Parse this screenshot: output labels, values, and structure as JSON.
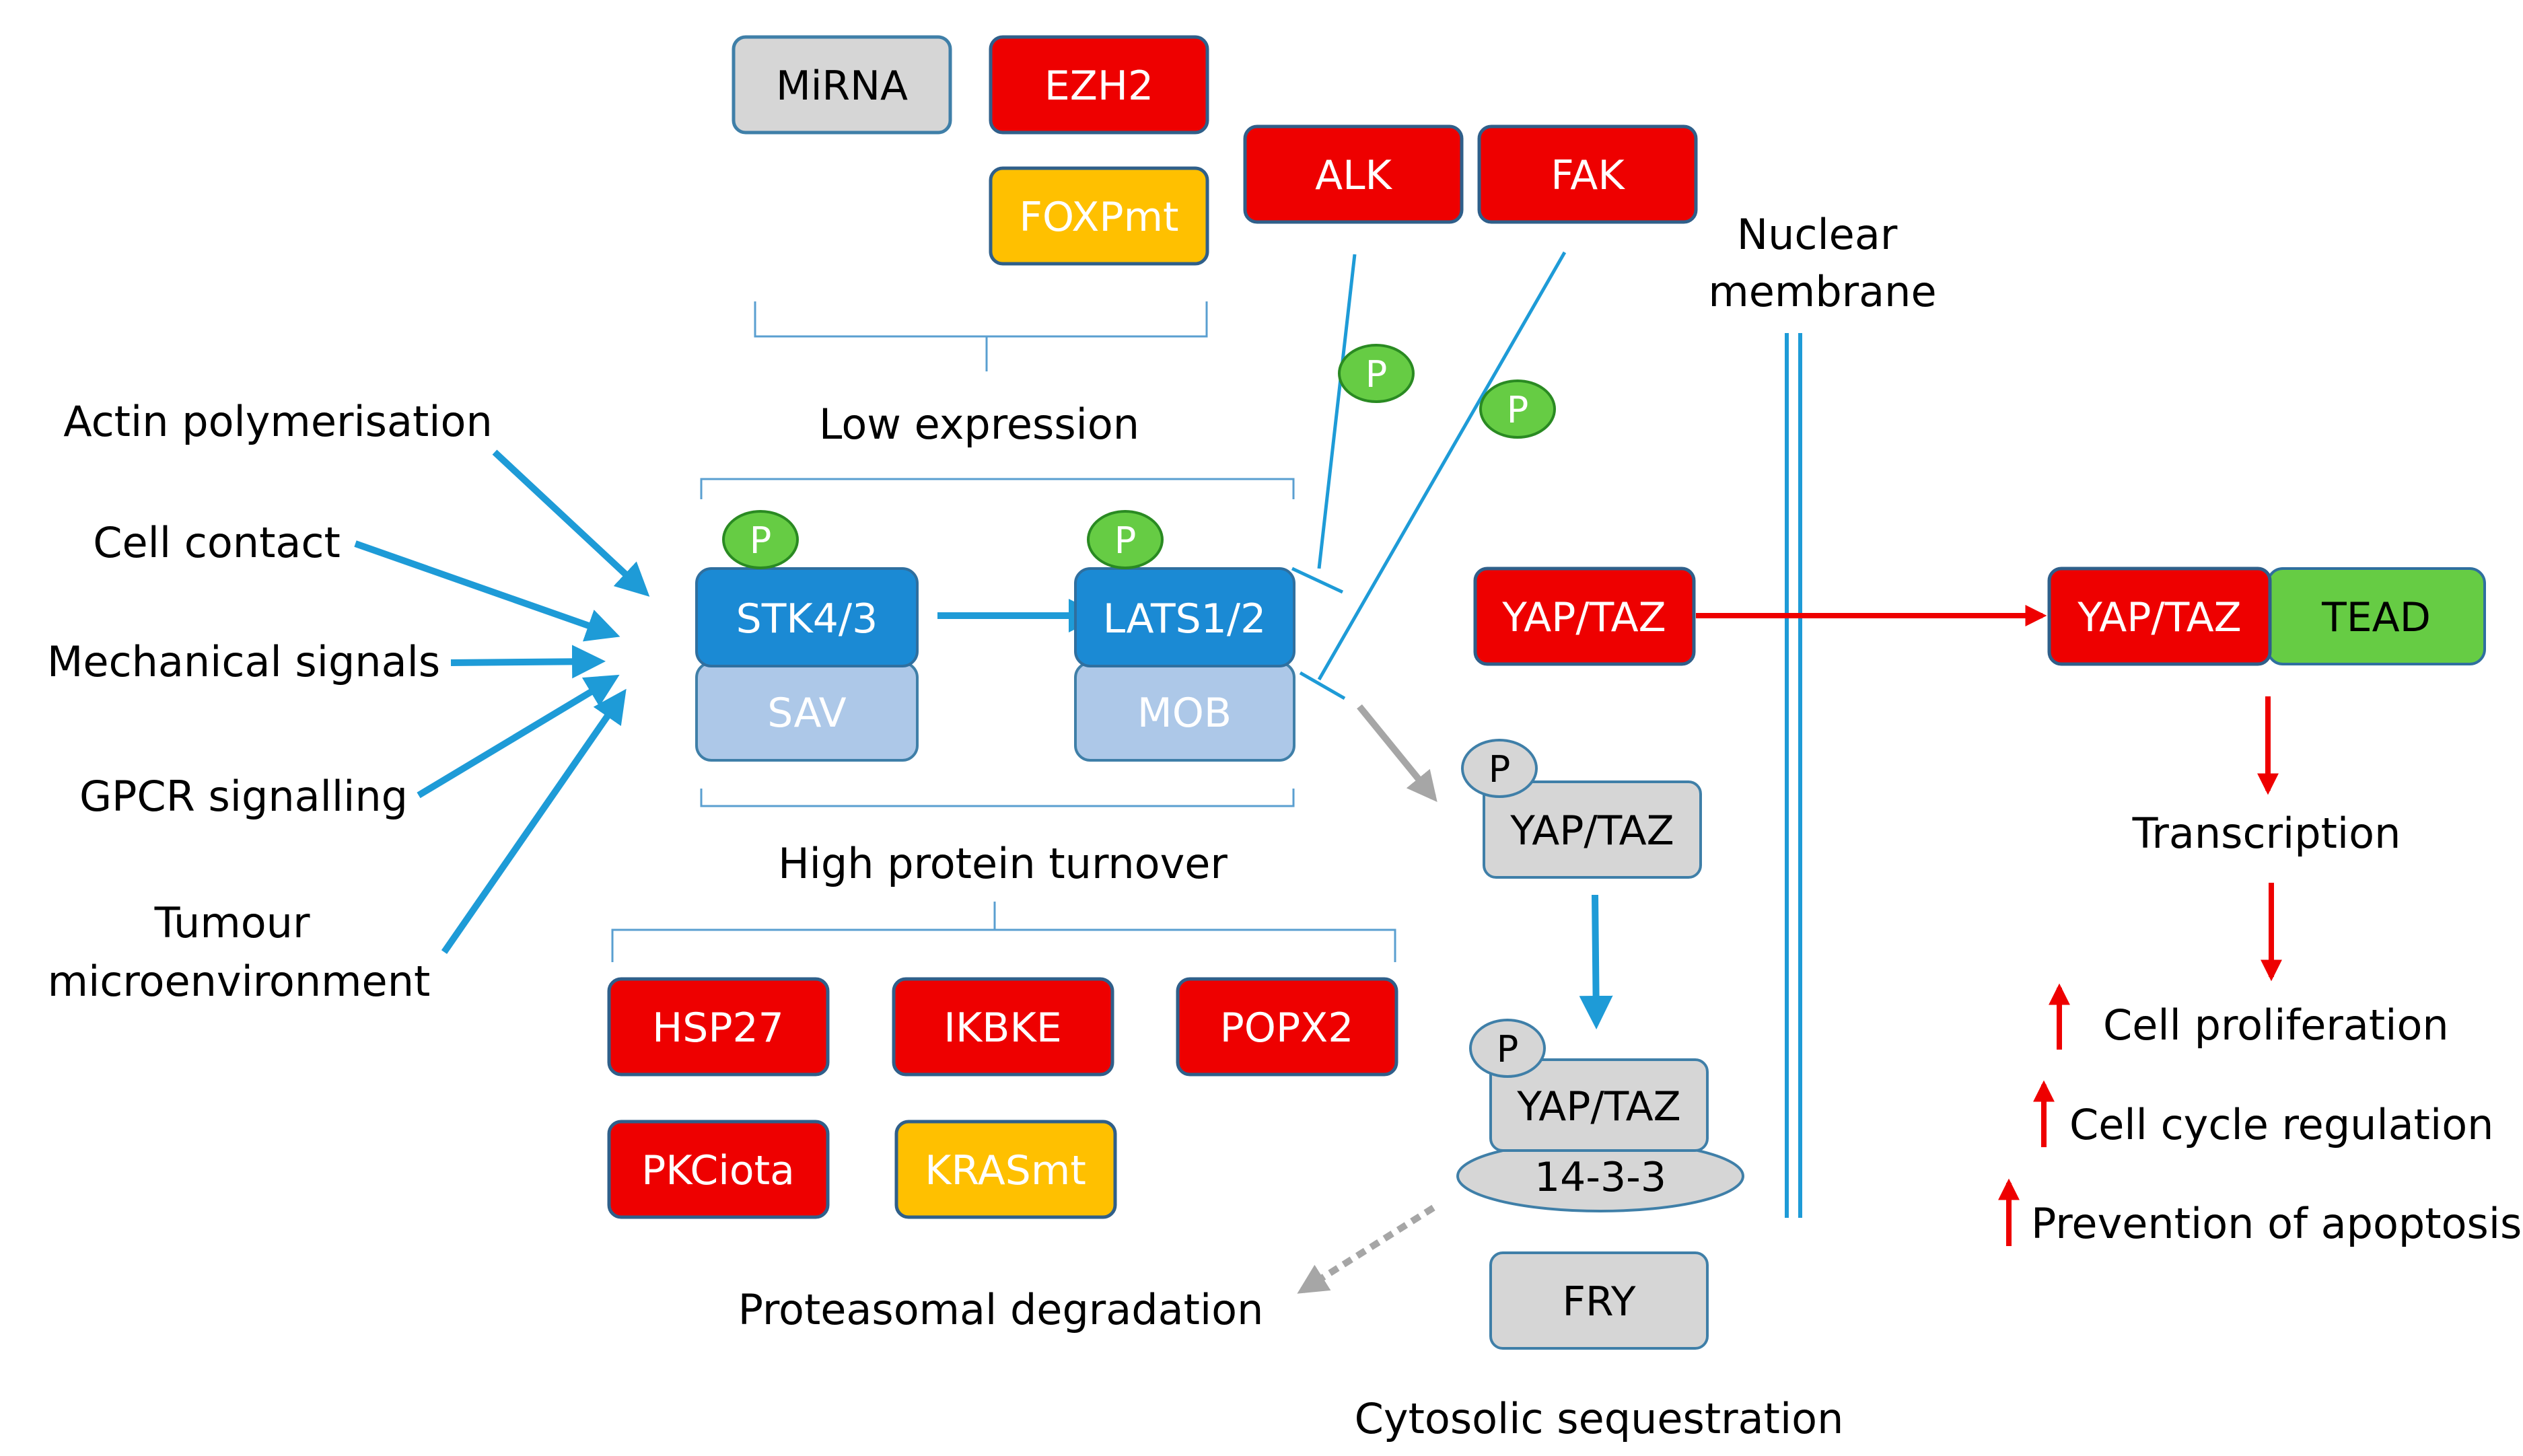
{
  "colors": {
    "red": "#ee0000",
    "red_border": "#2f5f8a",
    "yellow": "#ffc000",
    "grey": "#d6d6d6",
    "grey_border": "#3f7fa8",
    "blue": "#1b8ad4",
    "light_blue": "#adc8e8",
    "green": "#66cc44",
    "arrow_blue": "#1e9bd7",
    "arrow_red": "#ee0000",
    "arrow_grey": "#a6a6a6",
    "bracket": "#5a9fd0"
  },
  "inputs": {
    "actin": "Actin polymerisation",
    "cell_contact": "Cell contact",
    "mechanical": "Mechanical signals",
    "gpcr": "GPCR signalling",
    "tumour_line1": "Tumour",
    "tumour_line2": "microenvironment"
  },
  "low_expression": {
    "mirna": "MiRNA",
    "ezh2": "EZH2",
    "foxpmt": "FOXPmt",
    "label": "Low expression"
  },
  "kinases": {
    "alk": "ALK",
    "fak": "FAK"
  },
  "core": {
    "stk": "STK4/3",
    "sav": "SAV",
    "lats": "LATS1/2",
    "mob": "MOB",
    "phospho": "P"
  },
  "turnover": {
    "label": "High protein turnover",
    "hsp27": "HSP27",
    "ikbke": "IKBKE",
    "popx2": "POPX2",
    "pkciota": "PKCiota",
    "krasmt": "KRASmt"
  },
  "cytoplasm": {
    "yaptaz_active": "YAP/TAZ",
    "yaptaz_phospho": "YAP/TAZ",
    "yaptaz_bound": "YAP/TAZ",
    "protein_1433": "14-3-3",
    "fry": "FRY",
    "proteasomal": "Proteasomal degradation",
    "cytosolic": "Cytosolic sequestration"
  },
  "nucleus": {
    "membrane_line1": "Nuclear",
    "membrane_line2": "membrane",
    "yaptaz": "YAP/TAZ",
    "tead": "TEAD",
    "transcription": "Transcription",
    "outcome1": "Cell proliferation",
    "outcome2": "Cell cycle regulation",
    "outcome3": "Prevention of apoptosis"
  }
}
